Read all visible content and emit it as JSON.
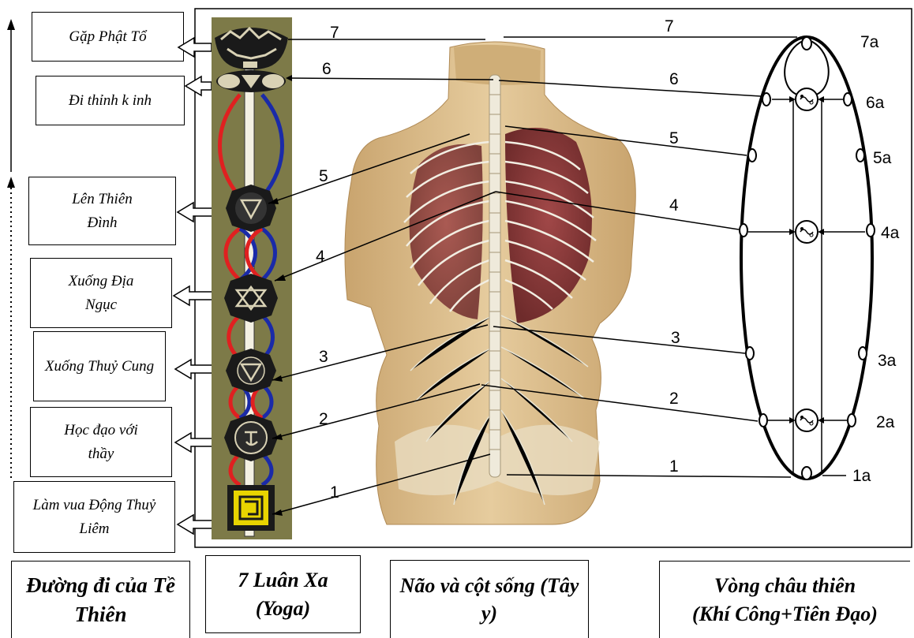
{
  "left_labels": [
    "Gặp Phật Tổ",
    "Đi thỉnh k inh",
    "Lên Thiên Đình",
    "Xuống Địa Ngục",
    "Xuống Thuỷ Cung",
    "Học đạo với thầy",
    "Làm vua Động Thuỷ Liêm"
  ],
  "chakra_numbers": [
    "1",
    "2",
    "3",
    "4",
    "5",
    "6",
    "7"
  ],
  "spine_numbers": [
    "1",
    "2",
    "3",
    "4",
    "5",
    "6",
    "7"
  ],
  "orbit_labels": [
    "1a",
    "2a",
    "3a",
    "4a",
    "5a",
    "6a",
    "7a"
  ],
  "captions": {
    "te_thien": "Đường đi của Tề Thiên",
    "luan_xa": "7 Luân Xa (Yoga)",
    "cot_song": "Não và cột sống (Tây y)",
    "chau_thien_1": "Vòng châu thiên",
    "chau_thien_2": "Khí Công+Tiên Đạo"
  },
  "colors": {
    "chakra_panel": "#7d7a48",
    "nadi_red": "#e02020",
    "nadi_blue": "#1a2aa8",
    "root_chakra": "#e8d400",
    "skin": "#d9b989",
    "lung": "#8c3a3a"
  }
}
